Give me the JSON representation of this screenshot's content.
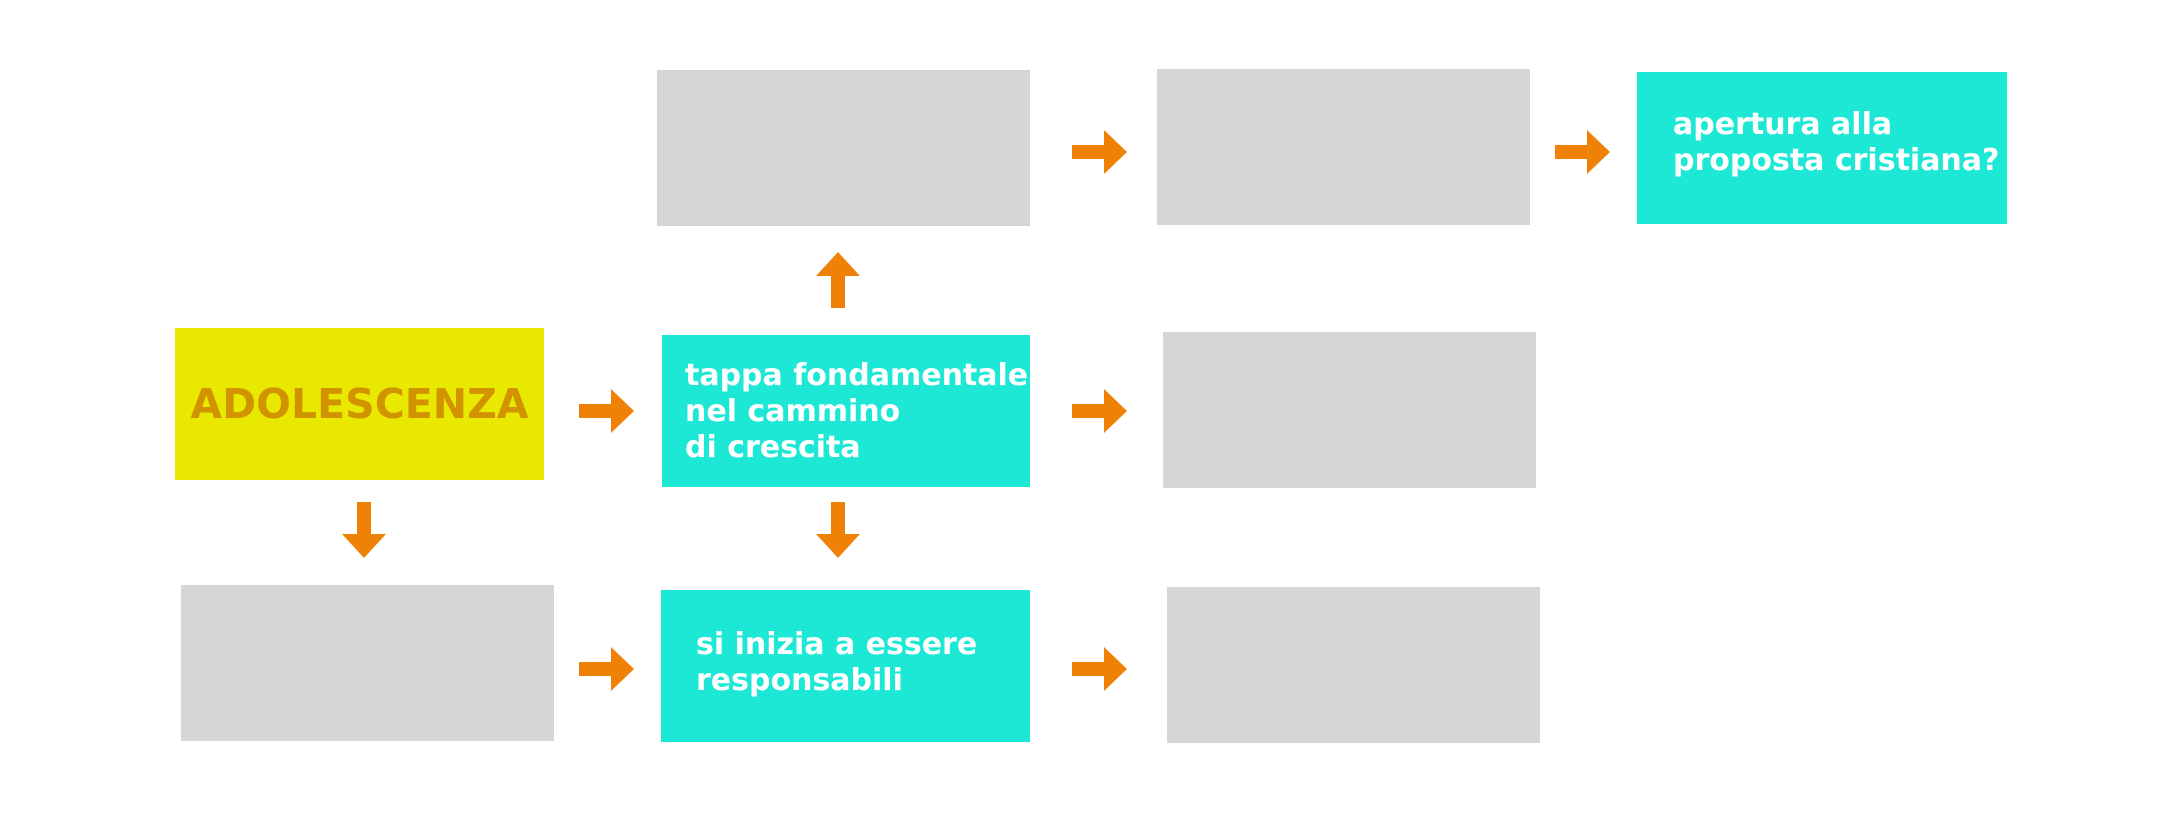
{
  "boxes": {
    "adolescenza": {
      "label": "ADOLESCENZA"
    },
    "tappa": {
      "label": "tappa fondamentale\nnel cammino\ndi crescita"
    },
    "responsabili": {
      "label": "si inizia a essere\nresponsabili"
    },
    "apertura": {
      "label": "apertura alla\nproposta cristiana?"
    },
    "empty_top_left": {
      "label": ""
    },
    "empty_top_right": {
      "label": ""
    },
    "empty_mid_right": {
      "label": ""
    },
    "empty_bottom_left": {
      "label": ""
    },
    "empty_bottom_right": {
      "label": ""
    }
  },
  "colors": {
    "arrow": "#ef8106",
    "cyan_box": "#1de8d6",
    "yellow_box": "#e8e800",
    "gray_box": "#d6d6d6",
    "title_text": "#d19400",
    "box_text": "#ffffff"
  }
}
